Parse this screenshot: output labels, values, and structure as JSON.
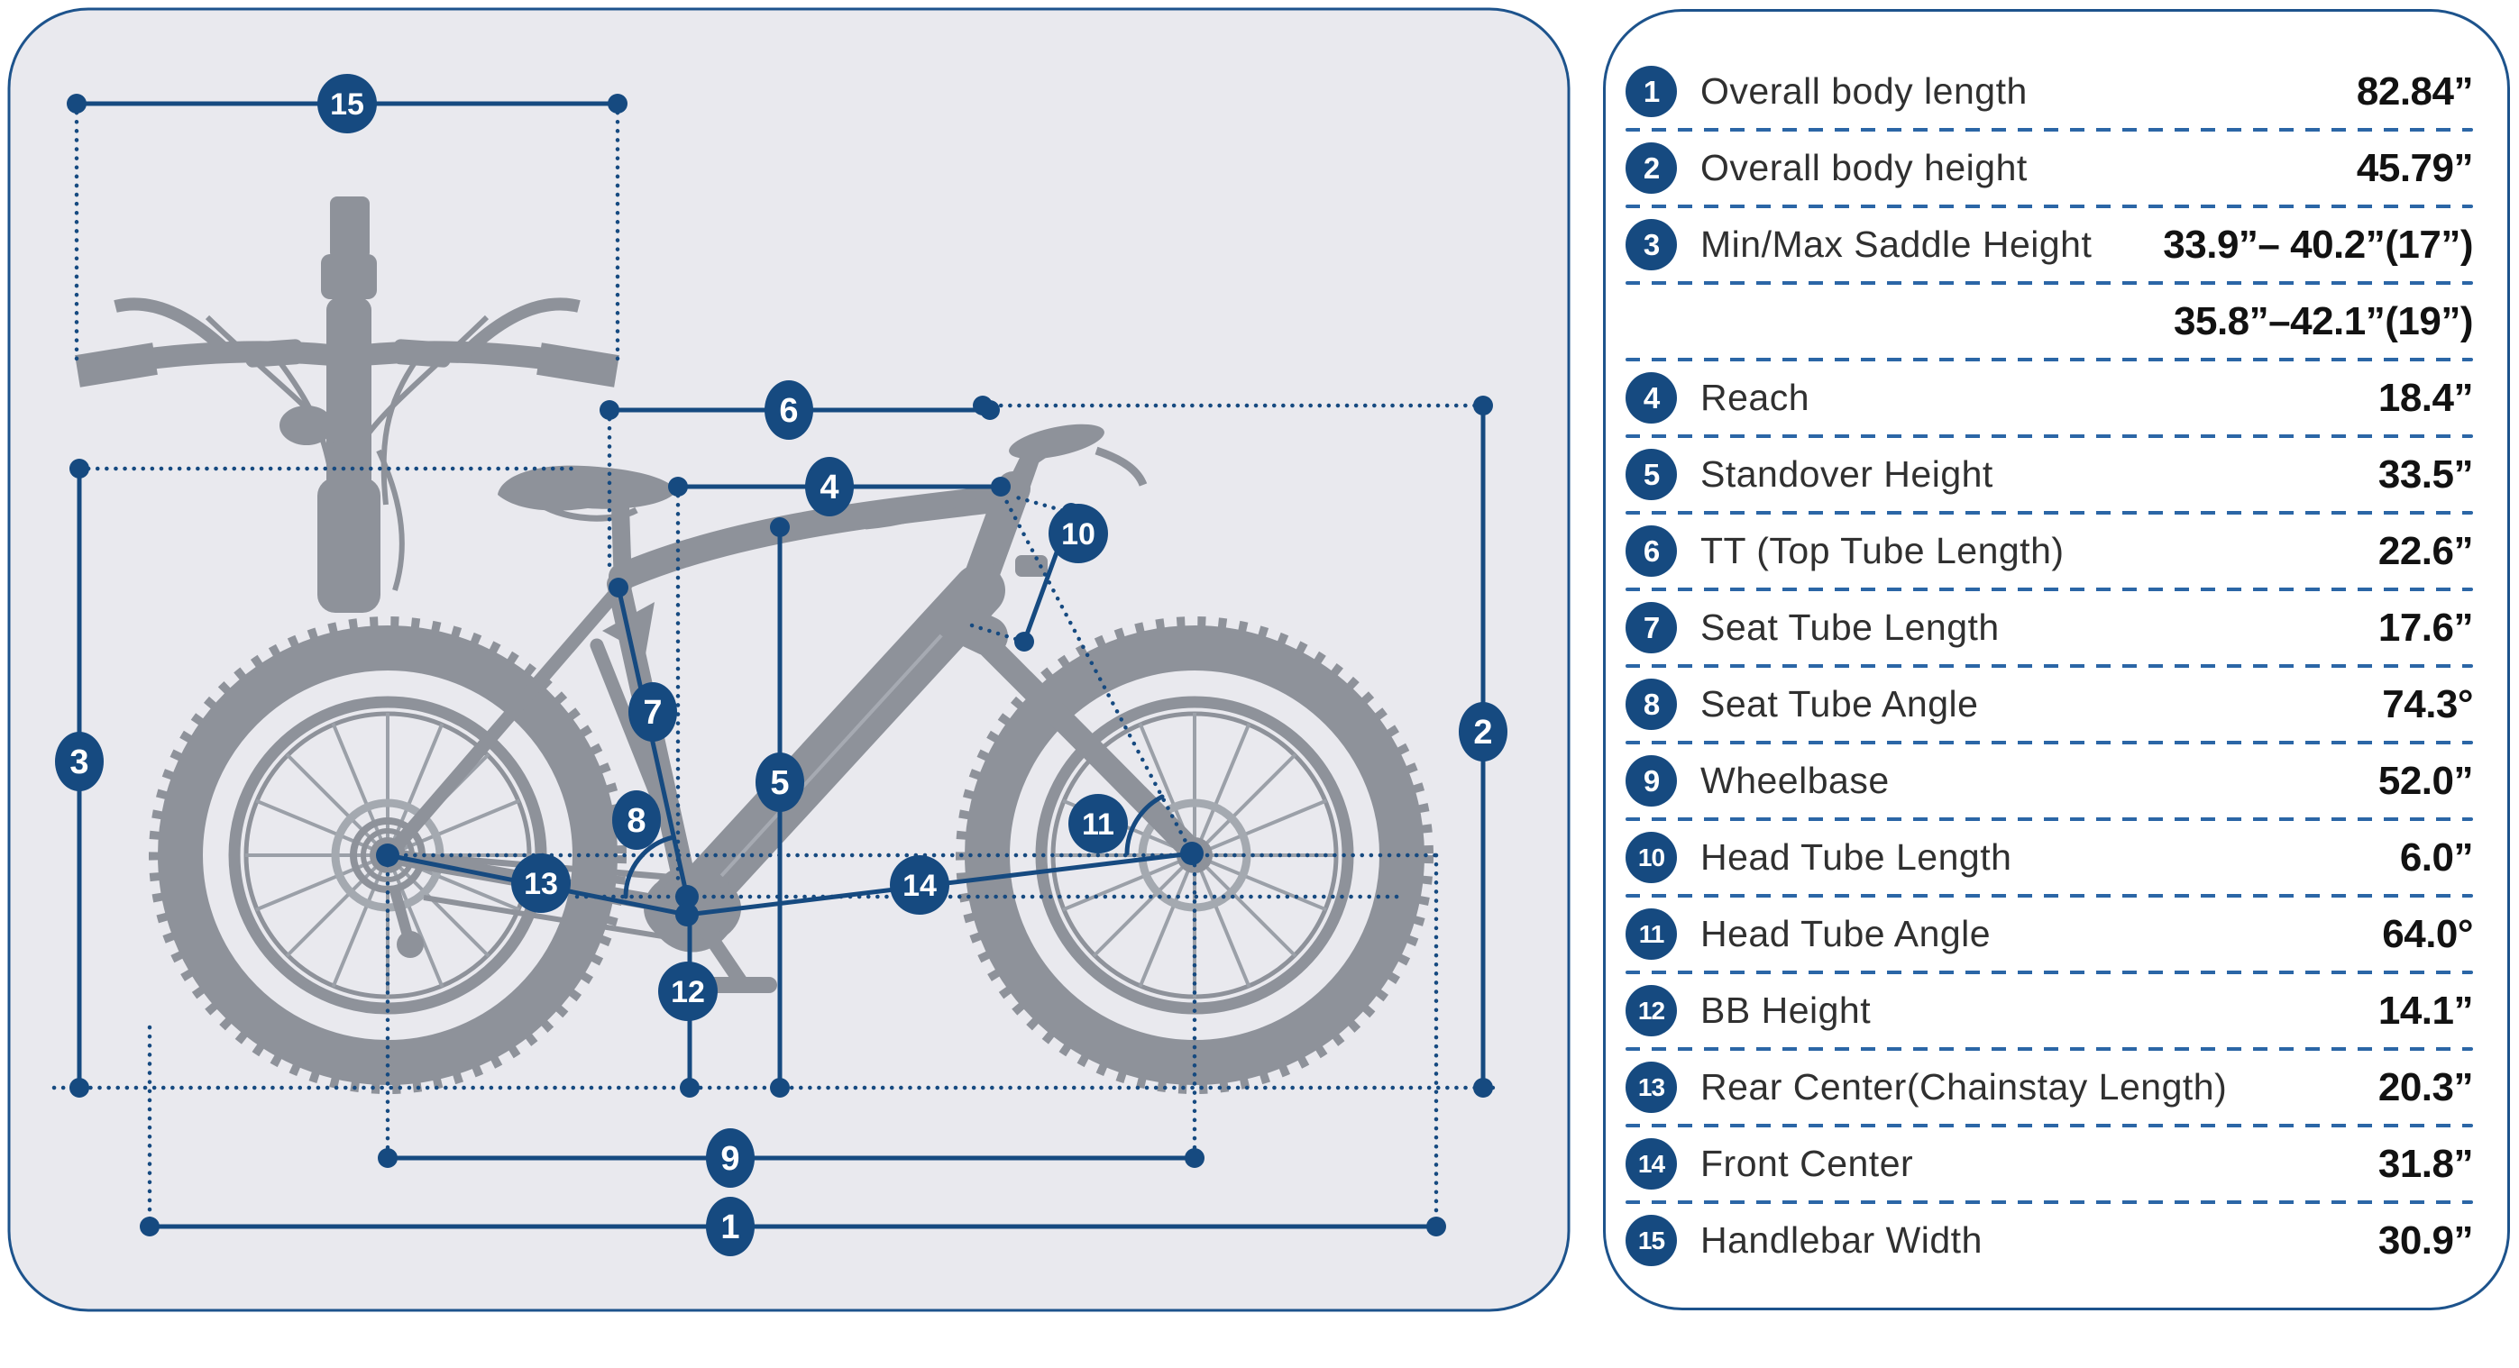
{
  "colors": {
    "panel_gray": "#e9e9ee",
    "panel_border_blue": "#1d538c",
    "measure_navy": "#164a80",
    "dash_blue": "#2b66a6",
    "bike_gray": "#8e929a",
    "value_text": "#121212",
    "label_text": "#303030"
  },
  "diagram": {
    "badges": [
      {
        "label": "1"
      },
      {
        "label": "2"
      },
      {
        "label": "3"
      },
      {
        "label": "4"
      },
      {
        "label": "5"
      },
      {
        "label": "6"
      },
      {
        "label": "7"
      },
      {
        "label": "8"
      },
      {
        "label": "9"
      },
      {
        "label": "10"
      },
      {
        "label": "11"
      },
      {
        "label": "12"
      },
      {
        "label": "13"
      },
      {
        "label": "14"
      },
      {
        "label": "15"
      }
    ]
  },
  "table": {
    "rows": [
      {
        "num": "1",
        "label": "Overall body length",
        "value": "82.84”"
      },
      {
        "num": "2",
        "label": "Overall body height",
        "value": "45.79”"
      },
      {
        "num": "3",
        "label": "Min/Max Saddle Height",
        "value": "33.9”– 40.2”(17”)"
      },
      {
        "num": "",
        "label": "",
        "value": "35.8”–42.1”(19”)"
      },
      {
        "num": "4",
        "label": "Reach",
        "value": "18.4”"
      },
      {
        "num": "5",
        "label": "Standover Height",
        "value": "33.5”"
      },
      {
        "num": "6",
        "label": "TT (Top Tube Length)",
        "value": "22.6”"
      },
      {
        "num": "7",
        "label": "Seat Tube Length",
        "value": "17.6”"
      },
      {
        "num": "8",
        "label": "Seat Tube Angle",
        "value": "74.3°"
      },
      {
        "num": "9",
        "label": "Wheelbase",
        "value": "52.0”"
      },
      {
        "num": "10",
        "label": "Head Tube Length",
        "value": "6.0”"
      },
      {
        "num": "11",
        "label": "Head Tube Angle",
        "value": "64.0°"
      },
      {
        "num": "12",
        "label": "BB Height",
        "value": "14.1”"
      },
      {
        "num": "13",
        "label": "Rear Center(Chainstay Length)",
        "value": "20.3”"
      },
      {
        "num": "14",
        "label": "Front Center",
        "value": "31.8”"
      },
      {
        "num": "15",
        "label": "Handlebar Width",
        "value": "30.9”"
      }
    ]
  }
}
